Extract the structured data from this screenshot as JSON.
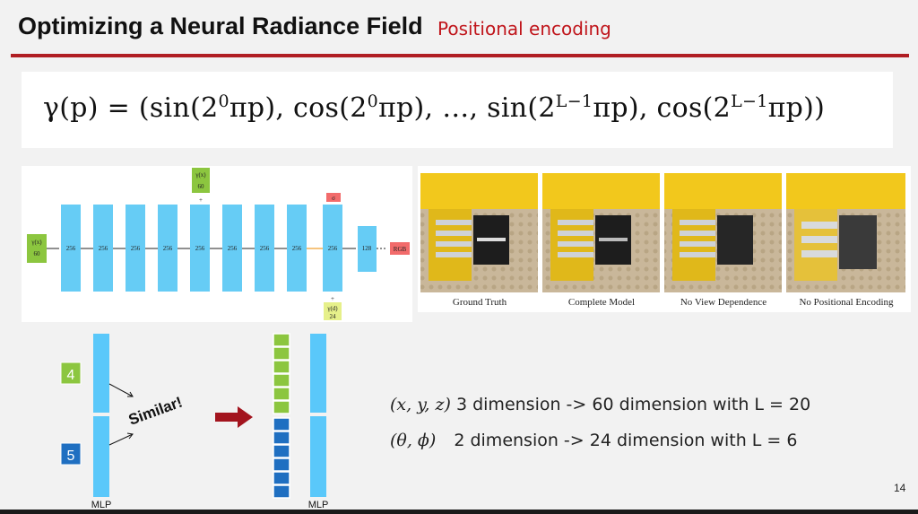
{
  "slide": {
    "title": "Optimizing a Neural Radiance Field",
    "subtitle": "Positional encoding",
    "page_number": "14"
  },
  "formula": {
    "lhs": "γ(p) = (sin(2",
    "exp0": "0",
    "part2": "πp), cos(2",
    "part3": "πp), …, sin(2",
    "expL": "L−1",
    "part4": "πp), cos(2",
    "part5": "πp))"
  },
  "network_diagram": {
    "input_x": "γ(x)",
    "input_x_dim": "60",
    "skip_x": "γ(x)",
    "skip_x_dim": "60",
    "plus": "+",
    "layer_width": "256",
    "layer_small": "128",
    "output_rgb": "RGB",
    "sigma": "σ",
    "input_d": "γ(d)",
    "input_d_dim": "24",
    "plus2": "+"
  },
  "comparison_captions": [
    "Ground Truth",
    "Complete Model",
    "No View Dependence",
    "No Positional Encoding"
  ],
  "mlp_sketch": {
    "input_a": "4",
    "input_b": "5",
    "similar_label": "Similar!",
    "mlp_label_left": "MLP",
    "mlp_label_right": "MLP"
  },
  "dimension_notes": [
    {
      "vars": "(x, y, z)",
      "text": "3 dimension -> 60 dimension with L = 20"
    },
    {
      "vars": "(θ, ϕ)",
      "text": "2 dimension -> 24 dimension with L = 6"
    }
  ],
  "colors": {
    "accent_red": "#b01e23",
    "layer_blue": "#66ccf5",
    "input_green": "#8cc63f",
    "box_blue": "#1f6fc1",
    "output_red": "#f26b6b"
  }
}
